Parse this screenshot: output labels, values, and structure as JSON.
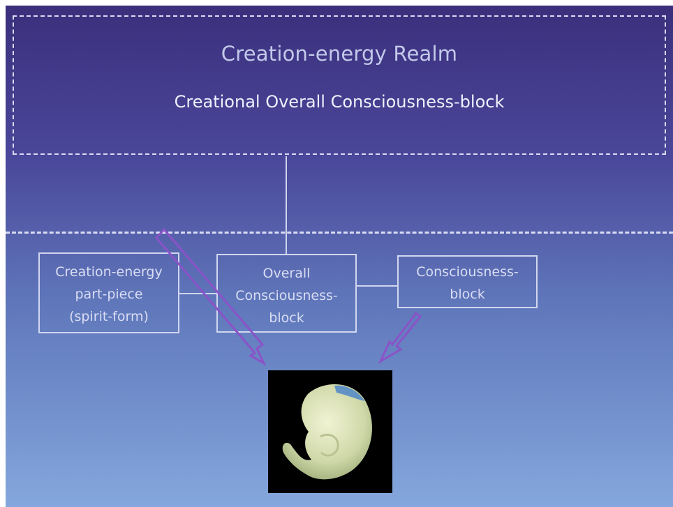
{
  "realm": {
    "title": "Creation-energy Realm",
    "subtitle": "Creational Overall Consciousness-block"
  },
  "boxes": {
    "left": {
      "line1": "Creation-energy",
      "line2": "part-piece",
      "line3": "(spirit-form)"
    },
    "mid": {
      "line1": "Overall",
      "line2": "Consciousness-",
      "line3": "block"
    },
    "right": {
      "line1": "Consciousness-",
      "line2": "block"
    }
  },
  "colors": {
    "arrow_stroke": "#8a53c8",
    "lines": "#d0d5ef"
  },
  "image": {
    "subject": "embryo-photo"
  }
}
